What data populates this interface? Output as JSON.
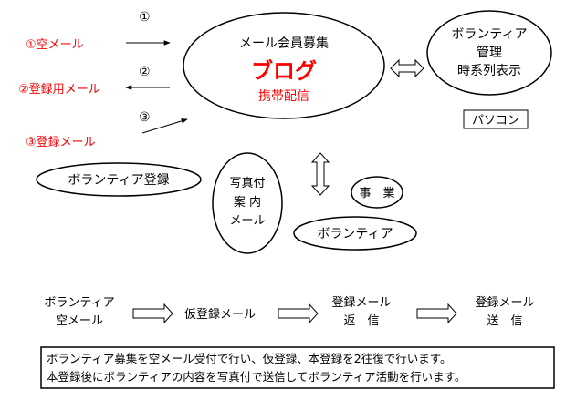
{
  "steps_top": {
    "num1": "①",
    "num2": "②",
    "num3": "③",
    "step1": "①空メール",
    "step2": "②登録用メール",
    "step3": "③登録メール"
  },
  "center": {
    "line1": "メール会員募集",
    "line2": "ブログ",
    "line3": "携帯配信"
  },
  "volunteer_manage": {
    "line1": "ボランティア",
    "line2": "管理",
    "line3": "時系列表示"
  },
  "pc_label": "パソコン",
  "volunteer_register": "ボランティア登録",
  "photo_mail": {
    "line1": "写真付",
    "line2": "案 内",
    "line3": "メール"
  },
  "business": "事　業",
  "volunteer": "ボランティア",
  "flow": {
    "item1_line1": "ボランティア",
    "item1_line2": "空メール",
    "item2": "仮登録メール",
    "item3_line1": "登録メール",
    "item3_line2": "返　信",
    "item4_line1": "登録メール",
    "item4_line2": "送　信"
  },
  "note": {
    "line1": "ボランティア募集を空メール受付で行い、仮登録、本登録を2往復で行います。",
    "line2": "本登録後にボランティアの内容を写真付で送信してボランティア活動を行います。"
  },
  "colors": {
    "accent_red": "#ff0000",
    "stroke": "#000000"
  }
}
